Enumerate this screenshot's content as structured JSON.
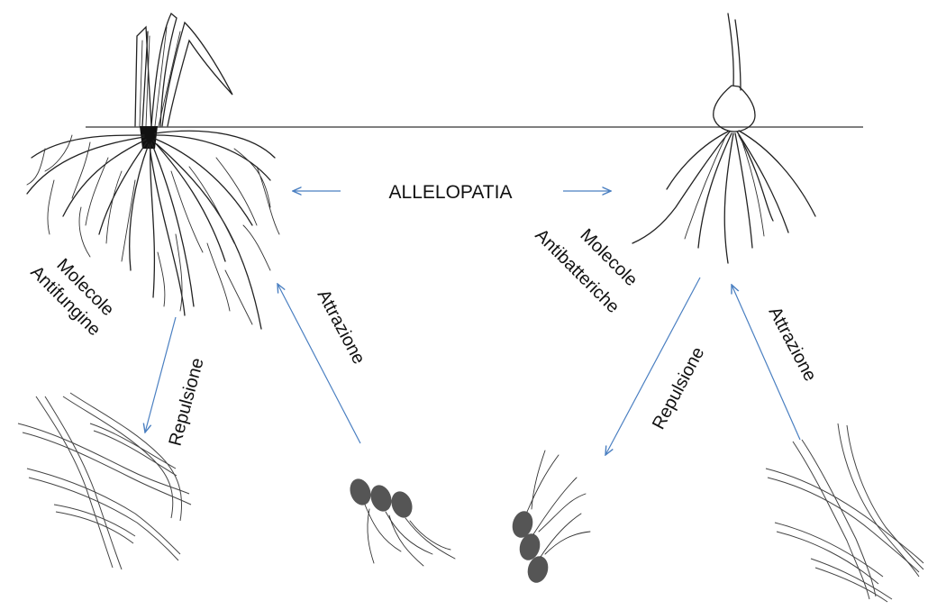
{
  "title": "ALLELOPATIA",
  "left": {
    "molecules_line1": "Molecole",
    "molecules_line2": "Antifungine",
    "repulsion": "Repulsione",
    "attraction": "Attrazione"
  },
  "right": {
    "molecules_line1": "Molecole",
    "molecules_line2": "Antibatteriche",
    "repulsion": "Repulsione",
    "attraction": "Attrazione"
  },
  "colors": {
    "arrow": "#4a7fc1",
    "ink": "#222222",
    "bacteria": "#555555"
  }
}
